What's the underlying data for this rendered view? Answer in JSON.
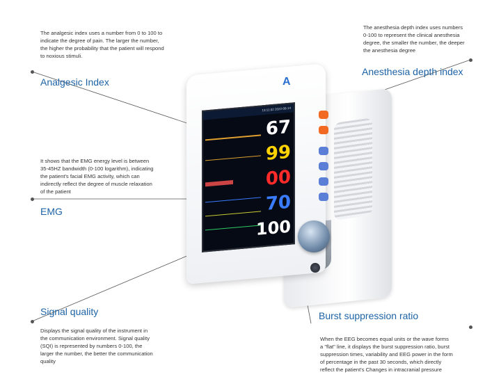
{
  "annotations": {
    "analgesic": {
      "title": "Analgesic Index",
      "desc": [
        "The analgesic index uses a number from 0 to 100 to",
        "indicate the degree of pain. The larger the number,",
        "the higher the probability that the patient will respond",
        "to noxious stimuli."
      ]
    },
    "anesthesia": {
      "title": "Anesthesia depth index",
      "desc": [
        "The anesthesia depth index uses numbers",
        "0-100 to represent the clinical anesthesia",
        "degree, the smaller the number, the deeper",
        "the anesthesia degree"
      ]
    },
    "emg": {
      "title": "EMG",
      "desc": [
        "It shows that the EMG energy level is between",
        "35-45HZ bandwidth (0-100 logarithm), indicating",
        "the patient's facial EMG activity, which can",
        "indirectly reflect the degree of muscle relaxation",
        "of the patient"
      ]
    },
    "signal": {
      "title": "Signal quality",
      "desc": [
        "Displays the signal quality of the instrument in",
        "the communication environment. Signal quality",
        "(SQI) is represented by numbers 0-100, the",
        "larger the number, the better the communication",
        "quality"
      ]
    },
    "burst": {
      "title": "Burst suppression ratio",
      "desc": [
        "When the EEG becomes equal units or the wave forms",
        "a \"flat\" line, it displays the burst suppression ratio, burst",
        "suppression times, variability and EEG power in the form",
        "of percentage in the past 30 seconds, which directly",
        "reflect the patient's Changes in intracranial pressure"
      ]
    }
  },
  "monitor": {
    "logo": "A",
    "datetime": "13:11:02 2022-08-14",
    "values": [
      "67",
      "99",
      "00",
      "70",
      "100"
    ],
    "value_colors": [
      "#ffffff",
      "#ffd200",
      "#ff2a2a",
      "#3a7cff",
      "#ffffff"
    ]
  },
  "colors": {
    "title_blue": "#1d63a6",
    "orange_btn": "#f26a21",
    "blue_btn": "#5b7fd6"
  }
}
